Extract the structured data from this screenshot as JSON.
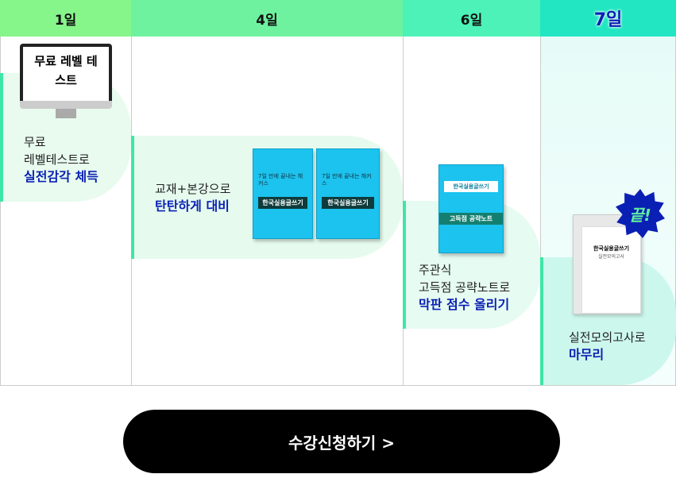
{
  "days": [
    {
      "label": "1일",
      "color": "#86f58a"
    },
    {
      "label": "4일",
      "color": "#6ef2a0"
    },
    {
      "label": "6일",
      "color": "#4cf2b8"
    },
    {
      "label": "7일",
      "color": "#22e6c2"
    }
  ],
  "step1": {
    "monitor_text": "무료 레벨 테스트",
    "line1": "무료",
    "line2": "레벨테스트로",
    "highlight": "실전감각 체득"
  },
  "step2": {
    "line1": "교재+본강으로",
    "highlight": "탄탄하게 대비",
    "book_title": "한국실용글쓰기",
    "book_sub": "7일 만에 끝내는 해커스"
  },
  "step3": {
    "line1": "주관식",
    "line2": "고득점 공략노트로",
    "highlight": "막판 점수 올리기",
    "book_title": "고득점 공략노트",
    "book_sub": "한국실용글쓰기"
  },
  "step4": {
    "line1": "실전모의고사로",
    "highlight": "마무리",
    "badge": "끝!",
    "paper_title": "한국실용글쓰기",
    "paper_sub": "실전모의고사"
  },
  "cta": {
    "label": "수강신청하기 >"
  },
  "colors": {
    "accent_text": "#0a1fb4",
    "card_bar": "#3ee6a6",
    "button": "#000000"
  }
}
